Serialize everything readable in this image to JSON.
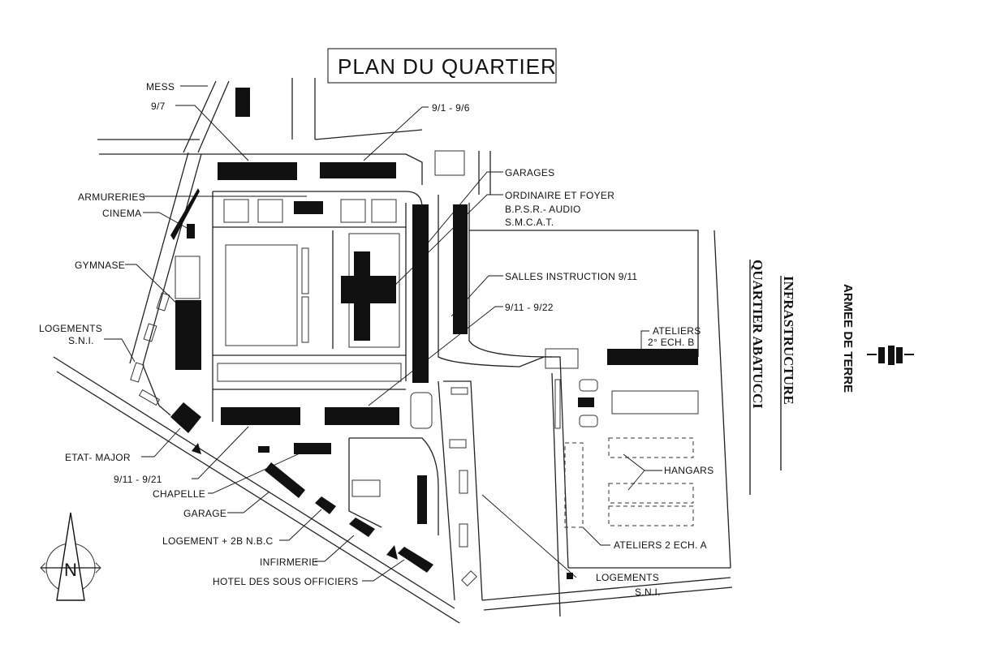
{
  "title": "PLAN DU QUARTIER",
  "side": {
    "quartier": "QUARTIER  ABATUCCI",
    "infrastructure": "INFRASTRUCTURE",
    "armee": "ARMEE DE TERRE"
  },
  "compass": {
    "letter": "N"
  },
  "labels": {
    "mess": "MESS",
    "b97": "9/7",
    "b91_96": "9/1 - 9/6",
    "armureries": "ARMURERIES",
    "cinema": "CINEMA",
    "gymnase": "GYMNASE",
    "logements_sni_1": "LOGEMENTS",
    "logements_sni_1b": "S.N.I.",
    "garages": "GARAGES",
    "ordinaire": "ORDINAIRE ET FOYER",
    "bpsr": "B.P.S.R.- AUDIO",
    "smcat": "S.M.C.A.T.",
    "salles": "SALLES INSTRUCTION  9/11",
    "b911_922": "9/11 - 9/22",
    "ateliers2b_1": "ATELIERS",
    "ateliers2b_2": "2° ECH. B",
    "hangars": "HANGARS",
    "ateliers2a": "ATELIERS 2 ECH. A",
    "logements_sni_2": "LOGEMENTS",
    "logements_sni_2b": "S.N.I.",
    "etat_major": "ETAT- MAJOR",
    "b911_921": "9/11 - 9/21",
    "chapelle": "CHAPELLE",
    "garage": "GARAGE",
    "logement_nbc": "LOGEMENT + 2B  N.B.C",
    "infirmerie": "INFIRMERIE",
    "hotel": "HOTEL DES SOUS OFFICIERS"
  },
  "colors": {
    "ink": "#111111",
    "paper": "#ffffff"
  }
}
